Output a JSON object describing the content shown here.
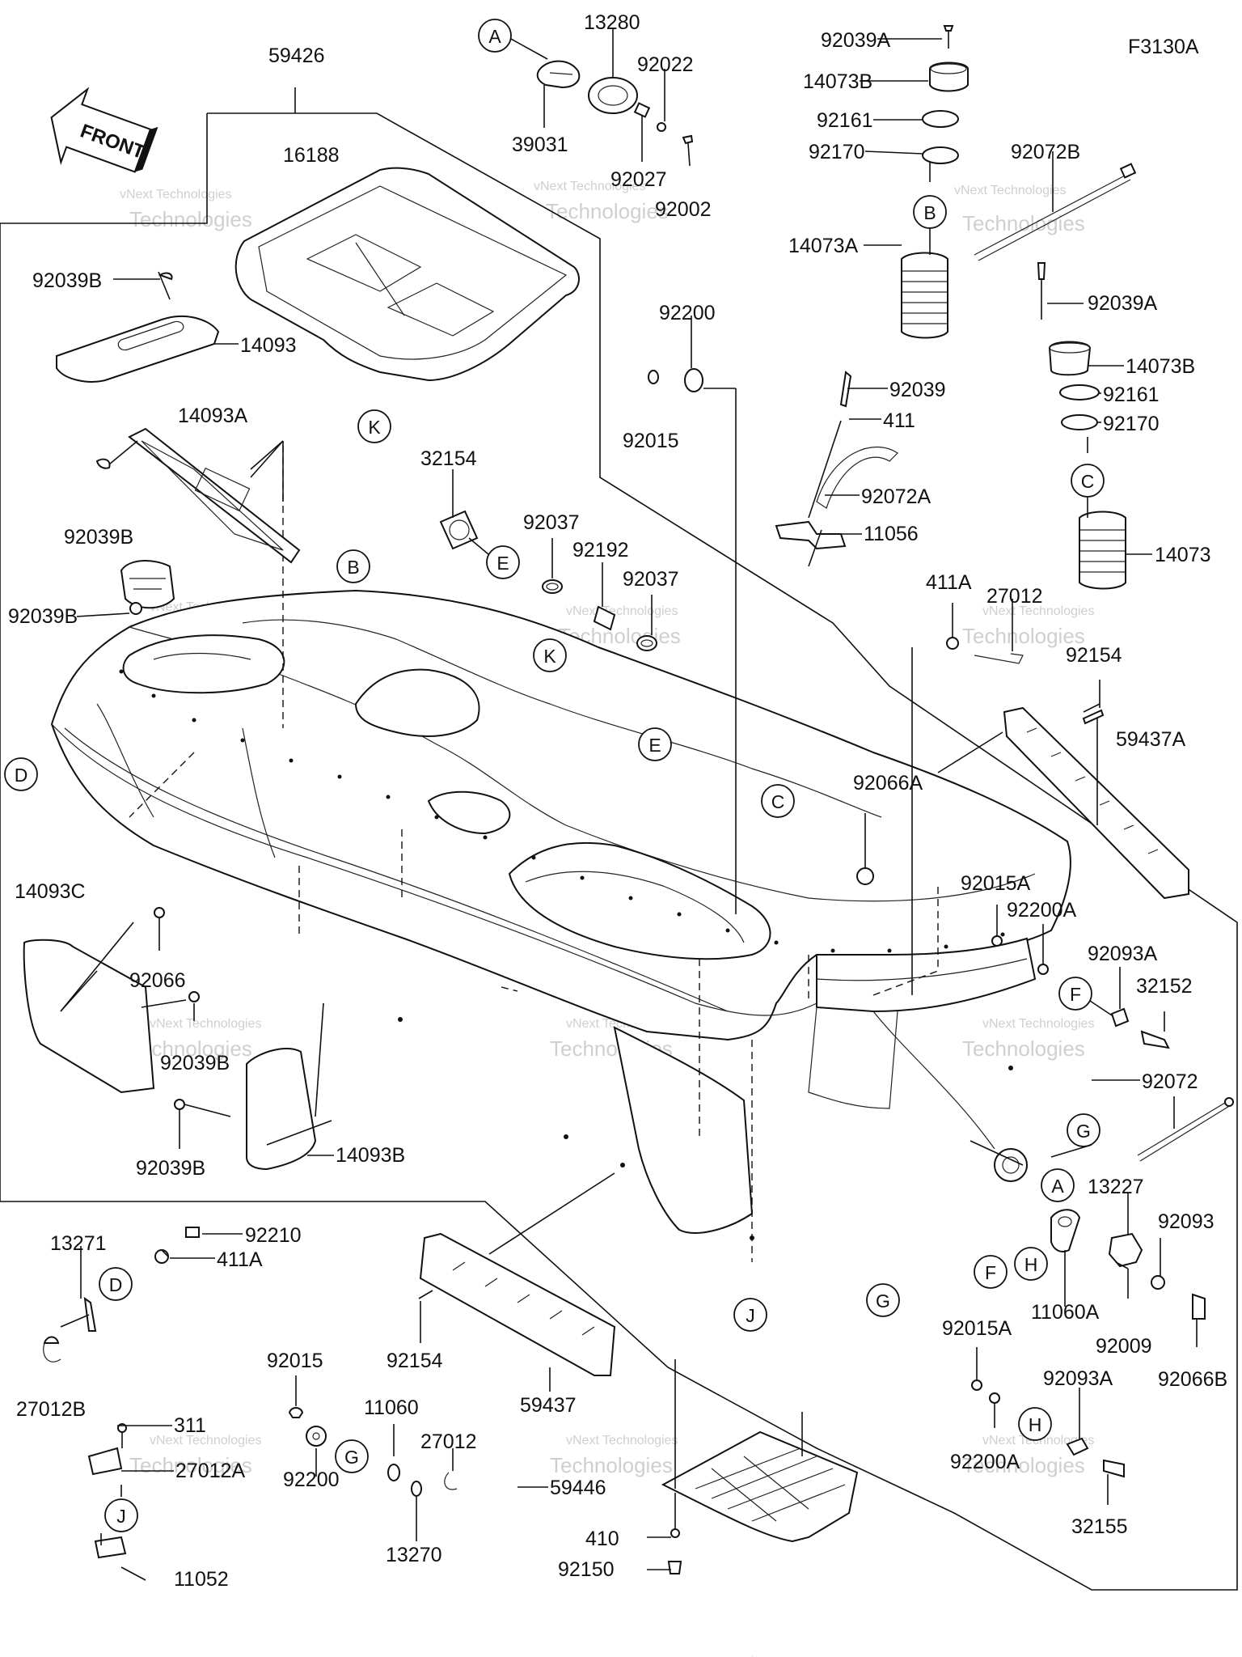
{
  "diagram_id": "F3130A",
  "front_label": "FRONT",
  "watermark": {
    "line1": "vNext Technologies",
    "line2": "Technologies"
  },
  "callouts": [
    "A",
    "B",
    "C",
    "D",
    "E",
    "F",
    "G",
    "H",
    "J",
    "K"
  ],
  "part_numbers": {
    "p59426": "59426",
    "p16188": "16188",
    "p13280": "13280",
    "p92022": "92022",
    "p39031": "39031",
    "p92027": "92027",
    "p92002": "92002",
    "p92039A_1": "92039A",
    "p14073B_1": "14073B",
    "p92161_1": "92161",
    "p92170_1": "92170",
    "p14073A": "14073A",
    "p92072B": "92072B",
    "p92039A_2": "92039A",
    "p14073B_2": "14073B",
    "p92161_2": "92161",
    "p92170_2": "92170",
    "p14073": "14073",
    "p92039B_1": "92039B",
    "p14093": "14093",
    "p14093A": "14093A",
    "p92039B_2": "92039B",
    "p92039B_3": "92039B",
    "p92200_1": "92200",
    "p92015_1": "92015",
    "p92039": "92039",
    "p411": "411",
    "p92072A": "92072A",
    "p11056": "11056",
    "p32154": "32154",
    "p92037_1": "92037",
    "p92192": "92192",
    "p92037_2": "92037",
    "p411A_1": "411A",
    "p27012_1": "27012",
    "p92154_1": "92154",
    "p59437A": "59437A",
    "p92066A": "92066A",
    "p14093C": "14093C",
    "p92066": "92066",
    "p92039B_4": "92039B",
    "p92039B_5": "92039B",
    "p14093B": "14093B",
    "p92015A_1": "92015A",
    "p92200A_1": "92200A",
    "p92093A_1": "92093A",
    "p32152": "32152",
    "p92072": "92072",
    "p13227": "13227",
    "p92093": "92093",
    "p11060A": "11060A",
    "p92009": "92009",
    "p92066B": "92066B",
    "p13271": "13271",
    "p92210": "92210",
    "p411A_2": "411A",
    "p27012B": "27012B",
    "p92015_2": "92015",
    "p11060": "11060",
    "p27012_2": "27012",
    "p92200_2": "92200",
    "p13270": "13270",
    "p311": "311",
    "p27012A": "27012A",
    "p11052": "11052",
    "p92154_2": "92154",
    "p59437": "59437",
    "p59446": "59446",
    "p410": "410",
    "p92150": "92150",
    "p92015A_2": "92015A",
    "p92093A_2": "92093A",
    "p92200A_2": "92200A",
    "p32155": "32155"
  }
}
